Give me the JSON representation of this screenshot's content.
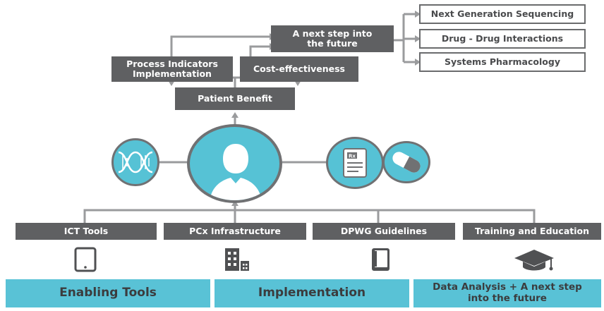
{
  "future_steps": [
    "Next Generation Sequencing",
    "Drug - Drug Interactions",
    "Systems Pharmacology"
  ],
  "next_step_box": "A next step into\nthe future",
  "process_indicators_box": "Process Indicators\nImplementation",
  "cost_effectiveness_box": "Cost-effectiveness",
  "patient_benefit_box": "Patient Benefit",
  "prescription_label": "Rx",
  "components": [
    "ICT Tools",
    "PCx Infrastructure",
    "DPWG Guidelines",
    "Training and Education"
  ],
  "phases": [
    "Enabling Tools",
    "Implementation",
    "Data Analysis + A next step\ninto the future"
  ],
  "colors": {
    "dark_box": "#5f6062",
    "teal": "#59c2d6",
    "circle_fill": "#56c2d5",
    "line": "#9a9b9d",
    "icon": "#505153"
  },
  "icons": [
    "dna-icon",
    "patient-silhouette-icon",
    "prescription-icon",
    "pill-icon",
    "tablet-icon",
    "building-icon",
    "book-icon",
    "graduation-cap-icon"
  ]
}
